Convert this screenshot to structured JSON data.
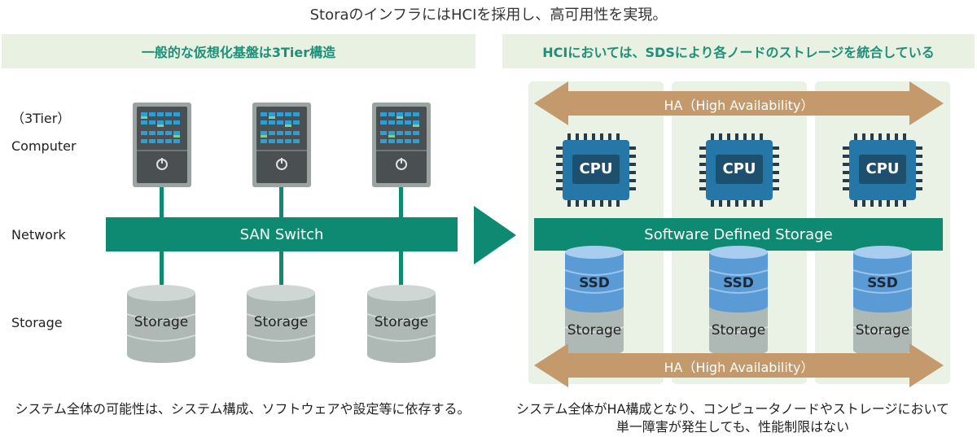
{
  "page_title": "StoraのインフラにはHCIを採用し、高可用性を実現。",
  "left": {
    "header": "一般的な仮想化基盤は3Tier構造",
    "labels": {
      "tier": "（3Tier）",
      "computer": "Computer",
      "network": "Network",
      "storage": "Storage"
    },
    "switch_label": "SAN Switch",
    "storage_label": "Storage",
    "caption": "システム全体の可能性は、システム構成、ソフトウェアや設定等に依存する。"
  },
  "right": {
    "header": "HCIにおいては、SDSにより各ノードのストレージを統合している",
    "ha_label": "HA（High Availability）",
    "cpu_label": "CPU",
    "sds_label": "Software Defined Storage",
    "ssd_label": "SSD",
    "storage_label": "Storage",
    "caption_line1": "システム全体がHA構成となり、コンピュータノードやストレージにおいて",
    "caption_line2": "単一障害が発生しても、性能制限はない"
  },
  "colors": {
    "teal": "#0f8a72",
    "light_green": "#e9f1e2",
    "arrow": "#c49a6c",
    "cpu_blue": "#2577a8",
    "ssd_blue": "#5b9bd5",
    "storage_grey": "#b7c3bf"
  }
}
